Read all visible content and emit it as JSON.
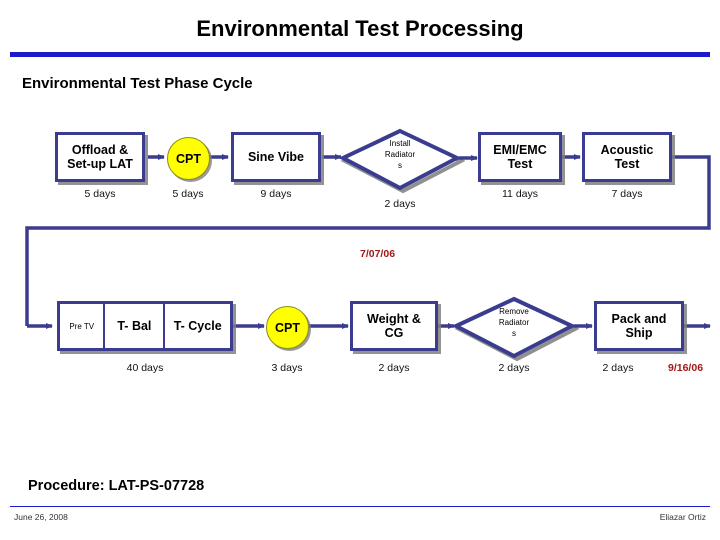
{
  "slide": {
    "title": "Environmental Test Processing",
    "section_heading": "Environmental Test Phase Cycle",
    "accent_color": "#1a1ac8",
    "node_border_color": "#3b3b8f",
    "decision_fill_color": "#ffff00",
    "milestone_color": "#a01818"
  },
  "flow": {
    "row1": {
      "offload": {
        "label": "Offload &\nSet-up LAT",
        "days": "5 days"
      },
      "cpt": {
        "label": "CPT",
        "days": "5 days"
      },
      "sine_vibe": {
        "label": "Sine Vibe",
        "days": "9 days"
      },
      "install_radiators": {
        "label": "Install\nRadiator\ns",
        "days": "2 days"
      },
      "emi_emc": {
        "label": "EMI/EMC\nTest",
        "days": "11 days"
      },
      "acoustic": {
        "label": "Acoustic\nTest",
        "days": "7 days"
      }
    },
    "row2": {
      "tv_group": {
        "cells": [
          "Pre TV",
          "T- Bal",
          "T- Cycle"
        ],
        "days": "40 days"
      },
      "cpt": {
        "label": "CPT",
        "days": "3 days"
      },
      "weight_cg": {
        "label": "Weight &\nCG",
        "days": "2 days"
      },
      "remove_radiators": {
        "label": "Remove\nRadiator\ns",
        "days": "2 days"
      },
      "pack_ship": {
        "label": "Pack and\nShip",
        "days": "2 days"
      }
    },
    "milestones": {
      "mid": "7/07/06",
      "end": "9/16/06"
    }
  },
  "footer": {
    "procedure": "Procedure: LAT-PS-07728",
    "date": "June 26, 2008",
    "author": "Eliazar Ortiz"
  }
}
